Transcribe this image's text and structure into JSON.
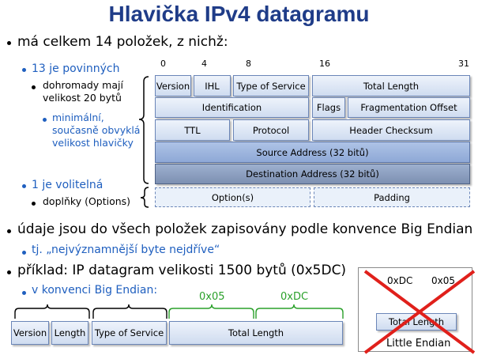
{
  "title": "Hlavička IPv4 datagramu",
  "bullets": {
    "b1": "má celkem 14 položek, z nichž:",
    "b1_1": "13 je povinných",
    "b1_1_1": [
      "dohromady mají",
      "velikost 20 bytů"
    ],
    "b1_1_2": [
      "minimální,",
      "současně obvyklá",
      "velikost hlavičky"
    ],
    "b1_2": "1 je volitelná",
    "b1_2_1": "doplňky (Options)",
    "b2": "údaje jsou do všech položek zapisovány podle konvence Big Endian",
    "b2_1": "tj. „nejvýznamnější byte nejdříve“",
    "b3": "příklad: IP datagram velikosti 1500 bytů (0x5DC)",
    "b3_1": "v konvenci Big Endian:"
  },
  "bit_labels": [
    "0",
    "4",
    "8",
    "16",
    "31"
  ],
  "header_rows": [
    [
      "Version",
      "IHL",
      "Type of Service",
      "Total Length"
    ],
    [
      "Identification",
      "Flags",
      "Fragmentation Offset"
    ],
    [
      "TTL",
      "Protocol",
      "Header Checksum"
    ],
    [
      "Source Address (32 bitů)"
    ],
    [
      "Destination Address (32 bitů)"
    ],
    [
      "Option(s)",
      "Padding"
    ]
  ],
  "big_endian_example": {
    "fields": [
      "Version",
      "Length",
      "Type of Service",
      "Total Length"
    ],
    "byte_labels": [
      "0x05",
      "0xDC"
    ]
  },
  "little_endian_example": {
    "byte_labels": [
      "0xDC",
      "0x05"
    ],
    "field": "Total Length",
    "caption": "Little Endian"
  },
  "colors": {
    "title": "#1f3c88",
    "level2_text": "#1f5fbf",
    "byte_label_green": "#2aa02a",
    "cross_red": "#e0201b"
  }
}
